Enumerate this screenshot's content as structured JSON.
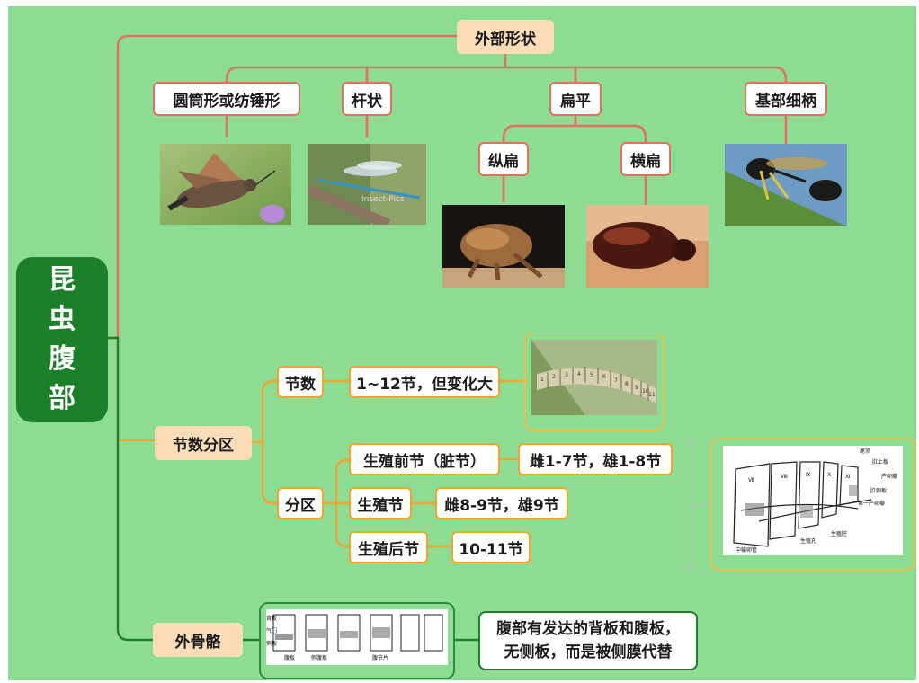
{
  "root": {
    "title": [
      "昆",
      "虫",
      "腹",
      "部"
    ]
  },
  "shape": {
    "label": "外部形状",
    "types": {
      "cylinder": "圆筒形或纺锤形",
      "rod": "杆状",
      "flat": "扁平",
      "stalk": "基部细柄"
    },
    "flat_sub": {
      "lateral": "纵扁",
      "dorsoventral": "横扁"
    },
    "photo_watermark": "Insect-Pics"
  },
  "segments": {
    "label": "节数分区",
    "count": {
      "label": "节数",
      "value": "1~12节，但变化大"
    },
    "division": {
      "label": "分区",
      "items": [
        {
          "name": "生殖前节（脏节）",
          "detail": "雌1-7节，雄1-8节"
        },
        {
          "name": "生殖节",
          "detail": "雌8-9节，雄9节"
        },
        {
          "name": "生殖后节",
          "detail": "10-11节"
        }
      ]
    },
    "photo_numbers": [
      "1",
      "2",
      "3",
      "4",
      "5",
      "6",
      "7",
      "8",
      "9",
      "10",
      "11"
    ],
    "diagram_labels": {
      "roman": [
        "Ⅶ",
        "Ⅷ",
        "Ⅸ",
        "Ⅹ",
        "Ⅺ"
      ],
      "callouts": [
        "尾须",
        "肛上板",
        "肛侧板",
        "产卵瓣",
        "生殖孔",
        "生殖腔",
        "中输卵管",
        "第一产卵瓣"
      ]
    }
  },
  "exo": {
    "label": "外骨骼",
    "desc_line1": "腹部有发达的背板和腹板，",
    "desc_line2": "无侧板，而是被侧膜代替",
    "diagram_labels": [
      "背板",
      "气门",
      "侧板",
      "腹板",
      "侧腹板",
      "腹节片"
    ]
  },
  "colors": {
    "background": "#8ddc94",
    "root": "#1e7f2a",
    "line_red": "#e0715f",
    "line_orange": "#f0a531",
    "line_green": "#1e7f2a",
    "peach": "#fbdcb8"
  }
}
